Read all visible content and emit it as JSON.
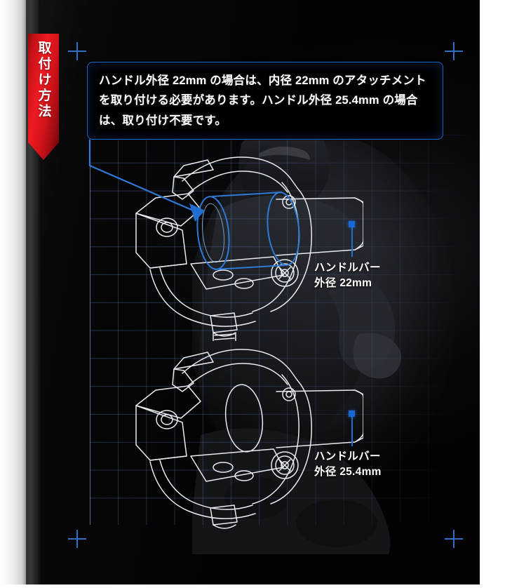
{
  "panel": {
    "background_color": "#050505",
    "accent_blue": "#1f66c4",
    "ribbon_color": "#ef1a22"
  },
  "ribbon": {
    "label": "取付け方法"
  },
  "callout": {
    "text": "ハンドル外径 22mm の場合は、内径 22mm のアタッチメントを取り付ける必要があります。ハンドル外径 25.4mm の場合は、取り付け不要です。"
  },
  "labels": [
    {
      "line1": "ハンドルバー",
      "line2": "外径 22mm",
      "marker": "blue-square-marker"
    },
    {
      "line1": "ハンドルバー",
      "line2": "外径 25.4mm",
      "marker": "blue-square-marker"
    }
  ],
  "decorations": {
    "crosshair": "+",
    "crosshair_count": 4,
    "grid": "blueprint-grid"
  },
  "illustrations": [
    {
      "name": "handlebar-clamp-with-22mm-attachment"
    },
    {
      "name": "handlebar-clamp-25.4mm-no-attachment"
    }
  ]
}
